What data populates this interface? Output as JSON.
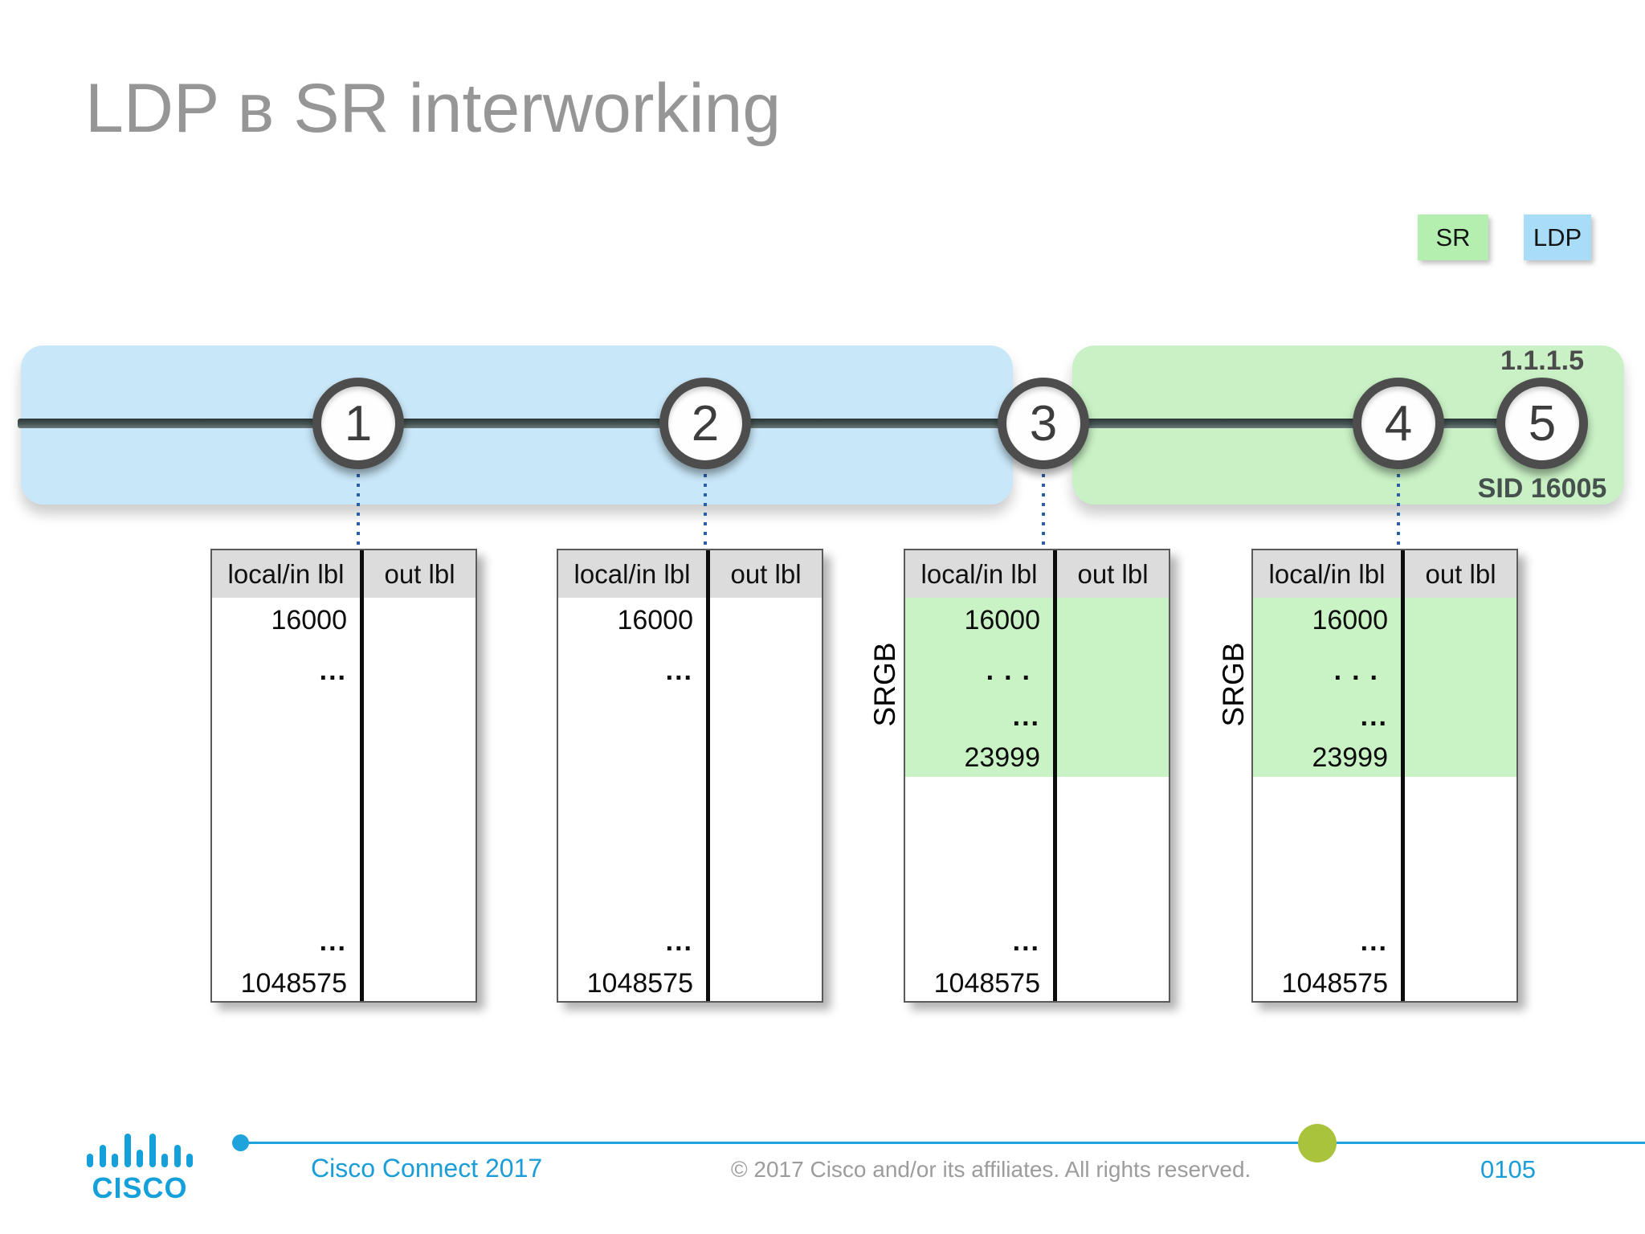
{
  "slide": {
    "title": "LDP в SR interworking",
    "colors": {
      "cisco_blue": "#14a1db",
      "footer_line": "#1ea3dc",
      "olive_dot": "#a9c33c",
      "title_gray": "#969696",
      "ldp_domain_fill": "#c8e7f8",
      "sr_domain_fill": "#c9f1c5",
      "legend_sr_fill": "#b4efb0",
      "legend_ldp_fill": "#a9dcf7",
      "table_header_fill": "#dcdcdc",
      "srgb_rows_fill": "#c9f2c5",
      "dotted_connector": "#2b5fa8"
    }
  },
  "legend": {
    "sr_label": "SR",
    "ldp_label": "LDP"
  },
  "diagram": {
    "nodes": [
      "1",
      "2",
      "3",
      "4",
      "5"
    ],
    "node5_ip": "1.1.1.5",
    "node5_sid": "SID 16005"
  },
  "tables": [
    {
      "header_local": "local/in lbl",
      "header_out": "out lbl",
      "row_16000": "16000",
      "dots_upper": "...",
      "dots_lower": "...",
      "row_1048575": "1048575"
    },
    {
      "header_local": "local/in lbl",
      "header_out": "out lbl",
      "row_16000": "16000",
      "dots_upper": "...",
      "dots_lower": "...",
      "row_1048575": "1048575"
    },
    {
      "srgb_label": "SRGB",
      "header_local": "local/in lbl",
      "header_out": "out lbl",
      "row_16000": "16000",
      "dots_wide": "...",
      "dots_tight": "...",
      "row_23999": "23999",
      "dots_lower": "...",
      "row_1048575": "1048575"
    },
    {
      "srgb_label": "SRGB",
      "header_local": "local/in lbl",
      "header_out": "out lbl",
      "row_16000": "16000",
      "dots_wide": "...",
      "dots_tight": "...",
      "row_23999": "23999",
      "dots_lower": "...",
      "row_1048575": "1048575"
    }
  ],
  "footer": {
    "logo_word": "CISCO",
    "event": "Cisco Connect 2017",
    "copyright": "© 2017  Cisco and/or its affiliates. All rights reserved.",
    "page_number": "0105"
  }
}
